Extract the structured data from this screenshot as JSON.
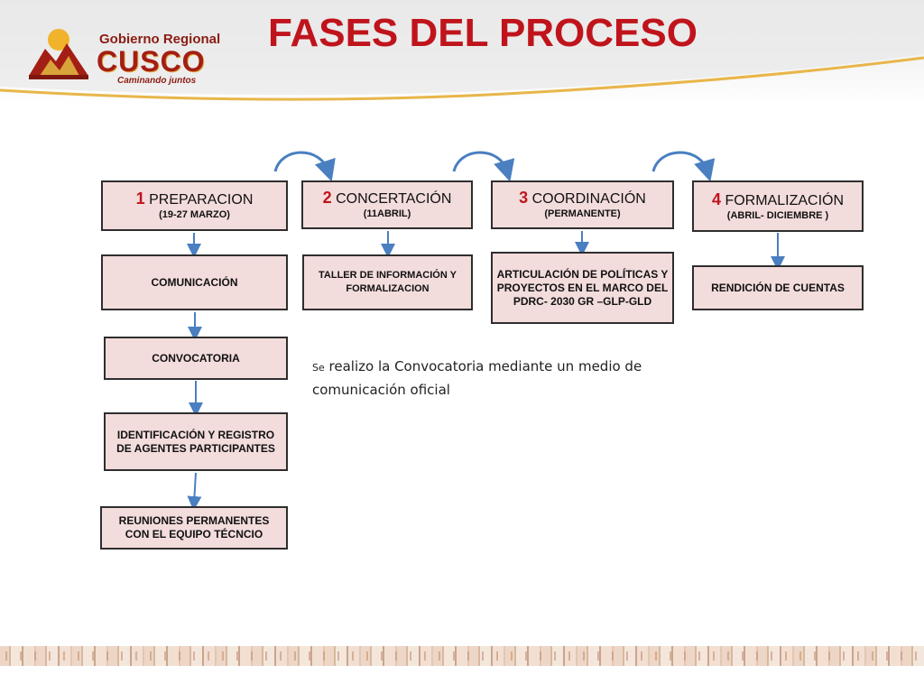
{
  "header": {
    "title": "FASES DEL PROCESO",
    "logo": {
      "line1": "Gobierno Regional",
      "line2": "CUSCO",
      "motto": "Caminando juntos"
    }
  },
  "phases": [
    {
      "number": "1",
      "label": "PREPARACION",
      "sub": "(19-27 MARZO)"
    },
    {
      "number": "2",
      "label": "CONCERTACIÓN",
      "sub": "(11ABRIL)"
    },
    {
      "number": "3",
      "label": "COORDINACIÓN",
      "sub": "(PERMANENTE)"
    },
    {
      "number": "4",
      "label": "FORMALIZACIÓN",
      "sub": "(ABRIL-  DICIEMBRE )"
    }
  ],
  "steps": {
    "phase1": [
      "COMUNICACIÓN",
      "CONVOCATORIA",
      "IDENTIFICACIÓN Y REGISTRO DE AGENTES PARTICIPANTES",
      "REUNIONES PERMANENTES CON EL EQUIPO TÉCNCIO"
    ],
    "phase2": [
      "TALLER DE INFORMACIÓN Y FORMALIZACION"
    ],
    "phase3": [
      "ARTICULACIÓN DE POLÍTICAS Y PROYECTOS EN EL MARCO  DEL PDRC- 2030 GR –GLP-GLD"
    ],
    "phase4": [
      "RENDICIÓN DE CUENTAS"
    ]
  },
  "note": {
    "prefix": "Se",
    "text": "realizo la Convocatoria mediante un medio de comunicación oficial"
  },
  "colors": {
    "title": "#c0141c",
    "box_fill": "#f3dcdc",
    "arrow": "#4a7fc1",
    "number": "#c0141c"
  }
}
